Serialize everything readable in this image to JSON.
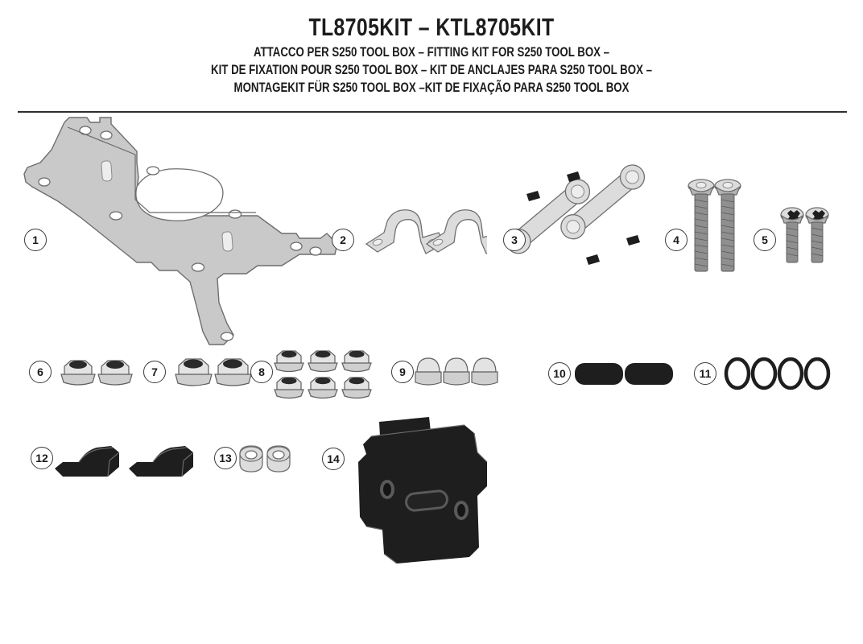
{
  "header": {
    "title": "TL8705KIT – KTL8705KIT",
    "line1": "ATTACCO  PER S250 TOOL BOX – FITTING KIT FOR S250 TOOL BOX –",
    "line2": "KIT DE FIXATION POUR S250 TOOL BOX – KIT DE ANCLAJES PARA S250 TOOL BOX –",
    "line3": "MONTAGEKIT FÜR S250 TOOL BOX –KIT DE FIXAÇÃO PARA S250 TOOL BOX"
  },
  "colors": {
    "metal": "#c9c9c9",
    "metal_light": "#dcdcdc",
    "outline": "#6e6e6e",
    "black_part": "#1e1e1e",
    "rule": "#2e2e2e",
    "background": "#ffffff"
  },
  "parts": [
    {
      "number": "1",
      "label": "main-mounting-bracket-plate",
      "quantity": 1
    },
    {
      "number": "2",
      "label": "u-shaped-saddle-clamp",
      "quantity": 2
    },
    {
      "number": "3",
      "label": "link-bar-spacer-arm",
      "quantity": 2
    },
    {
      "number": "4",
      "label": "long-countersunk-hex-bolt",
      "quantity": 2
    },
    {
      "number": "5",
      "label": "short-flanged-torx-screw",
      "quantity": 2
    },
    {
      "number": "6",
      "label": "flanged-hex-nut-small",
      "quantity": 2
    },
    {
      "number": "7",
      "label": "flanged-hex-nut-large",
      "quantity": 2
    },
    {
      "number": "8",
      "label": "flanged-hex-nut-set",
      "quantity": 6
    },
    {
      "number": "9",
      "label": "domed-cap-nut",
      "quantity": 3
    },
    {
      "number": "10",
      "label": "rubber-pad-strip",
      "quantity": 2
    },
    {
      "number": "11",
      "label": "o-ring-washer",
      "quantity": 4
    },
    {
      "number": "12",
      "label": "angled-rubber-wedge-block",
      "quantity": 2
    },
    {
      "number": "13",
      "label": "cylindrical-spacer-bushing",
      "quantity": 2
    },
    {
      "number": "14",
      "label": "black-mounting-backing-plate",
      "quantity": 1
    }
  ]
}
